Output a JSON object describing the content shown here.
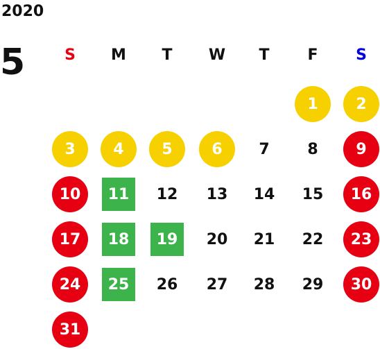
{
  "calendar": {
    "year": "2020",
    "month": "5",
    "weekdays": [
      {
        "label": "S",
        "color": "#e60012"
      },
      {
        "label": "M",
        "color": "#111111"
      },
      {
        "label": "T",
        "color": "#111111"
      },
      {
        "label": "W",
        "color": "#111111"
      },
      {
        "label": "T",
        "color": "#111111"
      },
      {
        "label": "F",
        "color": "#111111"
      },
      {
        "label": "S",
        "color": "#0000e0"
      }
    ],
    "colors": {
      "holiday": "#e60012",
      "golden_week": "#f7d000",
      "special": "#3cb44b",
      "normal": "#111111"
    },
    "days": [
      {
        "label": "1",
        "style": "golden_week"
      },
      {
        "label": "2",
        "style": "golden_week"
      },
      {
        "label": "3",
        "style": "golden_week"
      },
      {
        "label": "4",
        "style": "golden_week"
      },
      {
        "label": "5",
        "style": "golden_week"
      },
      {
        "label": "6",
        "style": "golden_week"
      },
      {
        "label": "7",
        "style": "normal"
      },
      {
        "label": "8",
        "style": "normal"
      },
      {
        "label": "9",
        "style": "holiday"
      },
      {
        "label": "10",
        "style": "holiday"
      },
      {
        "label": "11",
        "style": "special"
      },
      {
        "label": "12",
        "style": "normal"
      },
      {
        "label": "13",
        "style": "normal"
      },
      {
        "label": "14",
        "style": "normal"
      },
      {
        "label": "15",
        "style": "normal"
      },
      {
        "label": "16",
        "style": "holiday"
      },
      {
        "label": "17",
        "style": "holiday"
      },
      {
        "label": "18",
        "style": "special"
      },
      {
        "label": "19",
        "style": "special"
      },
      {
        "label": "20",
        "style": "normal"
      },
      {
        "label": "21",
        "style": "normal"
      },
      {
        "label": "22",
        "style": "normal"
      },
      {
        "label": "23",
        "style": "holiday"
      },
      {
        "label": "24",
        "style": "holiday"
      },
      {
        "label": "25",
        "style": "special"
      },
      {
        "label": "26",
        "style": "normal"
      },
      {
        "label": "27",
        "style": "normal"
      },
      {
        "label": "28",
        "style": "normal"
      },
      {
        "label": "29",
        "style": "normal"
      },
      {
        "label": "30",
        "style": "holiday"
      },
      {
        "label": "31",
        "style": "holiday"
      }
    ]
  }
}
